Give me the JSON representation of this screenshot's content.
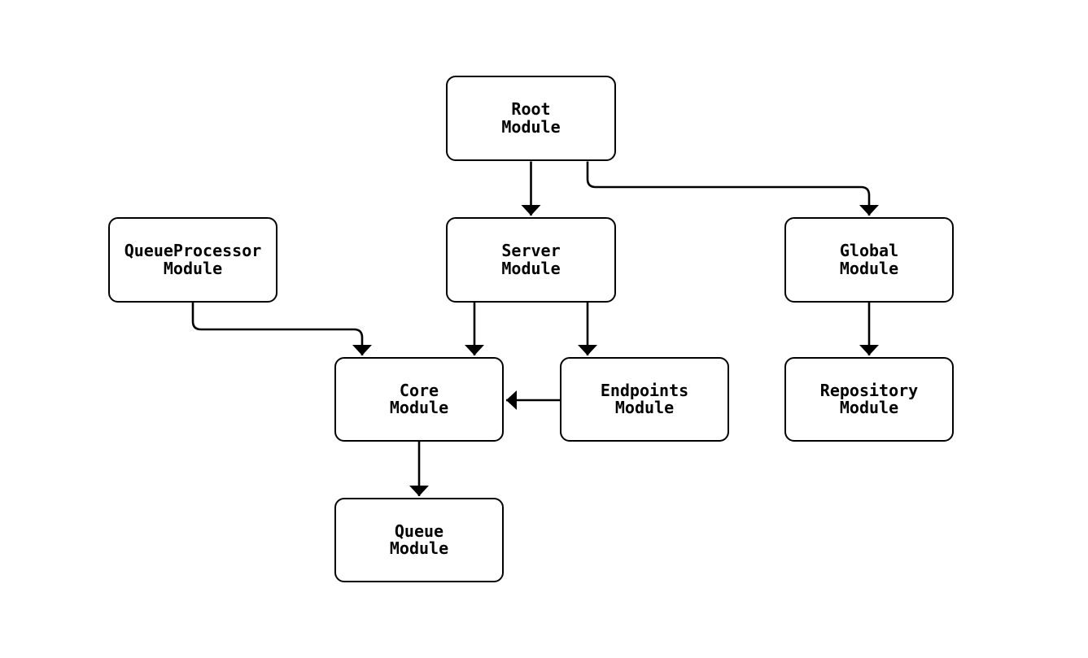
{
  "diagram": {
    "type": "module-dependency-graph",
    "nodes": [
      {
        "id": "root",
        "label": "Root Module",
        "lines": [
          "Root",
          "Module"
        ]
      },
      {
        "id": "queueProcessor",
        "label": "QueueProcessor Module",
        "lines": [
          "QueueProcessor",
          "Module"
        ]
      },
      {
        "id": "server",
        "label": "Server Module",
        "lines": [
          "Server",
          "Module"
        ]
      },
      {
        "id": "global",
        "label": "Global Module",
        "lines": [
          "Global",
          "Module"
        ]
      },
      {
        "id": "core",
        "label": "Core Module",
        "lines": [
          "Core",
          "Module"
        ]
      },
      {
        "id": "endpoints",
        "label": "Endpoints Module",
        "lines": [
          "Endpoints",
          "Module"
        ]
      },
      {
        "id": "repository",
        "label": "Repository Module",
        "lines": [
          "Repository",
          "Module"
        ]
      },
      {
        "id": "queue",
        "label": "Queue Module",
        "lines": [
          "Queue",
          "Module"
        ]
      }
    ],
    "edges": [
      {
        "from": "root",
        "to": "server"
      },
      {
        "from": "root",
        "to": "global"
      },
      {
        "from": "queueProcessor",
        "to": "core"
      },
      {
        "from": "server",
        "to": "core"
      },
      {
        "from": "server",
        "to": "endpoints"
      },
      {
        "from": "endpoints",
        "to": "core"
      },
      {
        "from": "global",
        "to": "repository"
      },
      {
        "from": "core",
        "to": "queue"
      }
    ],
    "colors": {
      "background": "#ffffff",
      "line": "#000000",
      "box_border": "#000000",
      "box_fill": "#ffffff",
      "text": "#000000"
    }
  }
}
